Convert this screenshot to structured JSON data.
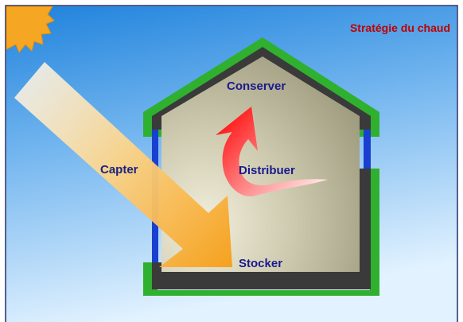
{
  "title": "Stratégie du chaud",
  "labels": {
    "capter": "Capter",
    "conserver": "Conserver",
    "distribuer": "Distribuer",
    "stocker": "Stocker"
  },
  "colors": {
    "title": "#c00000",
    "label": "#1a1a8c",
    "capter_label": "#1a237e",
    "sky_top": "#1e7fd8",
    "sky_bottom": "#dff0ff",
    "insulation": "#2fb02f",
    "wall": "#3a3a3a",
    "window": "#1a3fd0",
    "interior_light": "#ece9d6",
    "interior_dark": "#a29e83",
    "sun": "#f5a623",
    "sun_ray": "#f6a31c",
    "arrow": "#ff2020"
  },
  "icons": {
    "sun": "sun-icon",
    "sun_ray": "sun-ray-arrow",
    "circulation": "curved-red-arrow"
  }
}
